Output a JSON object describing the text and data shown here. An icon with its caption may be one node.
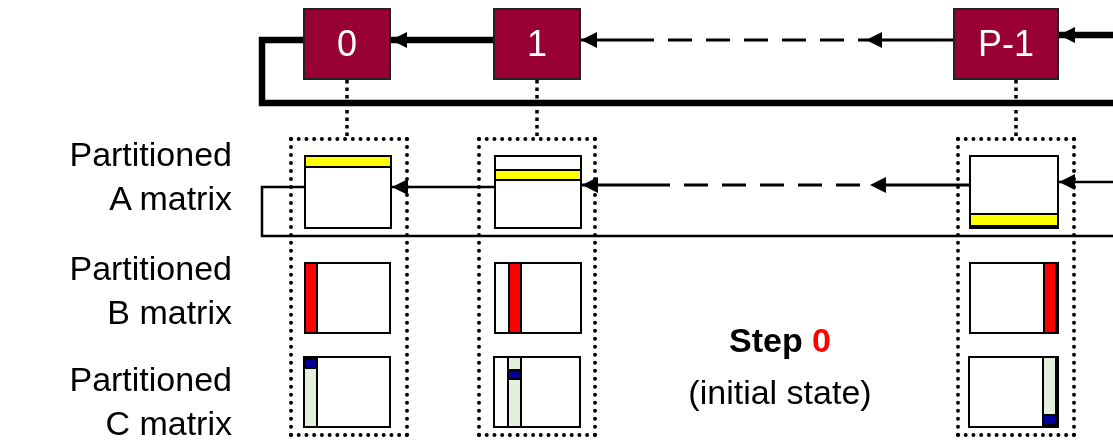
{
  "diagram": {
    "nodes": [
      {
        "text": [
          "0"
        ]
      },
      {
        "text": [
          "1"
        ]
      },
      {
        "text": [
          "P-1"
        ]
      },
      {
        "text": [],
        "shape": "box"
      },
      {
        "text": [],
        "shape": "box",
        "in": 3
      },
      {
        "text": [],
        "shape": "box",
        "in": 3
      },
      {
        "text": [],
        "shape": "box",
        "in": 3
      },
      {
        "text": [],
        "shape": "box"
      },
      {
        "text": [],
        "shape": "box",
        "in": 7
      },
      {
        "text": [],
        "shape": "box",
        "in": 7
      },
      {
        "text": [],
        "shape": "box",
        "in": 7
      },
      {
        "text": [],
        "shape": "box"
      },
      {
        "text": [],
        "shape": "box",
        "in": 11
      },
      {
        "text": [],
        "shape": "box",
        "in": 11
      },
      {
        "text": [],
        "shape": "box",
        "in": 11
      }
    ],
    "edges": [
      {
        "from": 1,
        "to": 0,
        "arrow": "to",
        "style": "thick"
      },
      {
        "from": 2,
        "to": 1,
        "arrow": "to",
        "style": "dashed"
      },
      {
        "from": 0,
        "to": null,
        "arrow": "none",
        "style": "thick"
      },
      {
        "from": null,
        "to": 2,
        "arrow": "to",
        "style": "thick"
      },
      {
        "from": 0,
        "to": 3,
        "arrow": "none",
        "style": "dashed"
      },
      {
        "from": 1,
        "to": 7,
        "arrow": "none",
        "style": "dashed"
      },
      {
        "from": 2,
        "to": 11,
        "arrow": "none",
        "style": "dashed"
      },
      {
        "from": 8,
        "to": 4,
        "arrow": "to"
      },
      {
        "from": 12,
        "to": 8,
        "arrow": "to",
        "style": "dashed"
      },
      {
        "from": 4,
        "to": null,
        "arrow": "none"
      },
      {
        "from": null,
        "to": 12,
        "arrow": "to"
      }
    ],
    "labels": [
      "Partitioned A matrix",
      "Partitioned B matrix",
      "Partitioned C matrix",
      "Step 0",
      "(initial state)"
    ]
  }
}
